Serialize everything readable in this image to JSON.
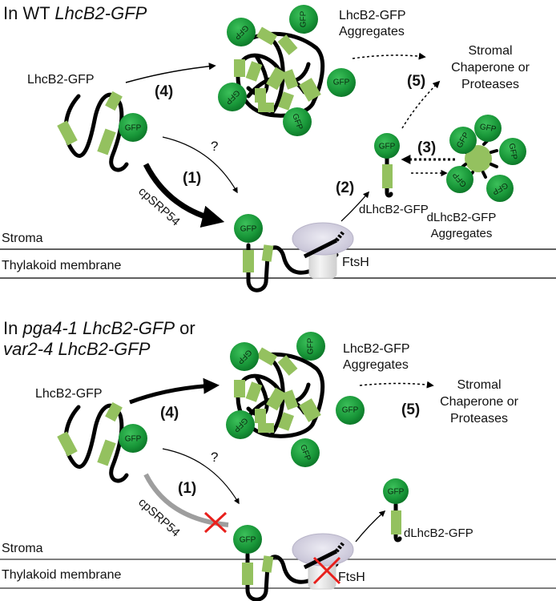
{
  "colors": {
    "gfp": "#1a9a3a",
    "helix": "#94c15f",
    "chain": "#000000",
    "inhibit": "#e8201c",
    "gray_arrow": "#9e9e9e",
    "ftsh": "#d8d4e4"
  },
  "panels": [
    {
      "title_prefix": "In WT ",
      "title_italic": "LhcB2-GFP",
      "title_line2_italic": "",
      "monomer_label": "LhcB2-GFP",
      "aggregates_label_1": "LhcB2-GFP",
      "aggregates_label_2": "Aggregates",
      "stromal_1": "Stromal",
      "stromal_2": "Chaperone or",
      "stromal_3": "Proteases",
      "step_4": "(4)",
      "step_5": "(5)",
      "step_1": "(1)",
      "step_2": "(2)",
      "step_3": "(3)",
      "question": "?",
      "cpsrp": "cpSRP54",
      "dlhc": "dLhcB2-GFP",
      "dlhc_agg_1": "dLhcB2-GFP",
      "dlhc_agg_2": "Aggregates",
      "stroma": "Stroma",
      "membrane": "Thylakoid membrane",
      "ftsh": "FtsH"
    },
    {
      "title_prefix": "In ",
      "title_italic": "pga4-1 LhcB2-GFP",
      "title_suffix": " or",
      "title_line2_italic": "var2-4 LhcB2-GFP",
      "monomer_label": "LhcB2-GFP",
      "aggregates_label_1": "LhcB2-GFP",
      "aggregates_label_2": "Aggregates",
      "stromal_1": "Stromal",
      "stromal_2": "Chaperone or",
      "stromal_3": "Proteases",
      "step_4": "(4)",
      "step_5": "(5)",
      "step_1": "(1)",
      "question": "?",
      "cpsrp": "cpSRP54",
      "dlhc": "dLhcB2-GFP",
      "stroma": "Stroma",
      "membrane": "Thylakoid membrane",
      "ftsh": "FtsH"
    }
  ],
  "gfp_label": "GFP"
}
